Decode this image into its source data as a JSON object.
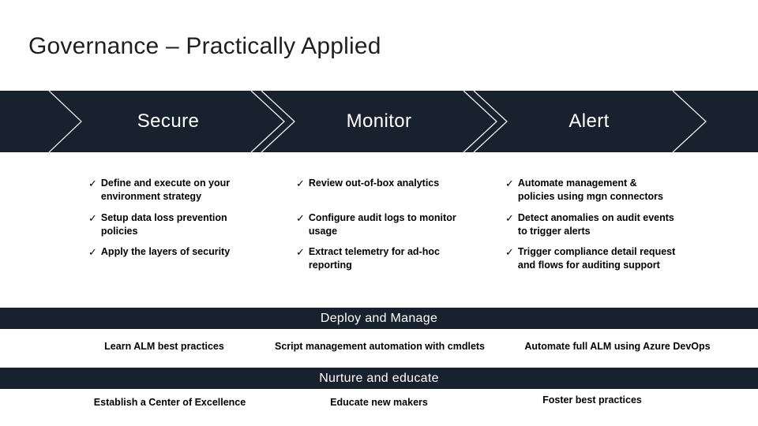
{
  "slide": {
    "title": "Governance – Practically Applied"
  },
  "colors": {
    "navy": "#18222F",
    "band_outline": "#FFFFFF",
    "title_text": "#1F1F1F",
    "body_text": "#000000"
  },
  "icons": {
    "check": "✓"
  },
  "process": {
    "steps": [
      {
        "label": "Secure"
      },
      {
        "label": "Monitor"
      },
      {
        "label": "Alert"
      }
    ]
  },
  "columns": [
    {
      "step": "Secure",
      "items": [
        "Define and execute on your\nenvironment strategy",
        "Setup data loss prevention\npolicies",
        "Apply the layers of security"
      ]
    },
    {
      "step": "Monitor",
      "items": [
        "Review out-of-box analytics",
        "Configure audit logs to monitor\nusage",
        "Extract telemetry for ad-hoc\nreporting"
      ]
    },
    {
      "step": "Alert",
      "items": [
        "Automate management &\npolicies using mgn connectors",
        "Detect anomalies on audit events\nto trigger alerts",
        "Trigger compliance detail request\nand flows for auditing support"
      ]
    }
  ],
  "sections": [
    {
      "title": "Deploy and Manage",
      "items": [
        "Learn ALM best practices",
        "Script management automation with cmdlets",
        "Automate full ALM using Azure DevOps"
      ]
    },
    {
      "title": "Nurture and educate",
      "items": [
        "Establish a Center of Excellence",
        "Educate new makers",
        "Foster best practices"
      ]
    }
  ]
}
